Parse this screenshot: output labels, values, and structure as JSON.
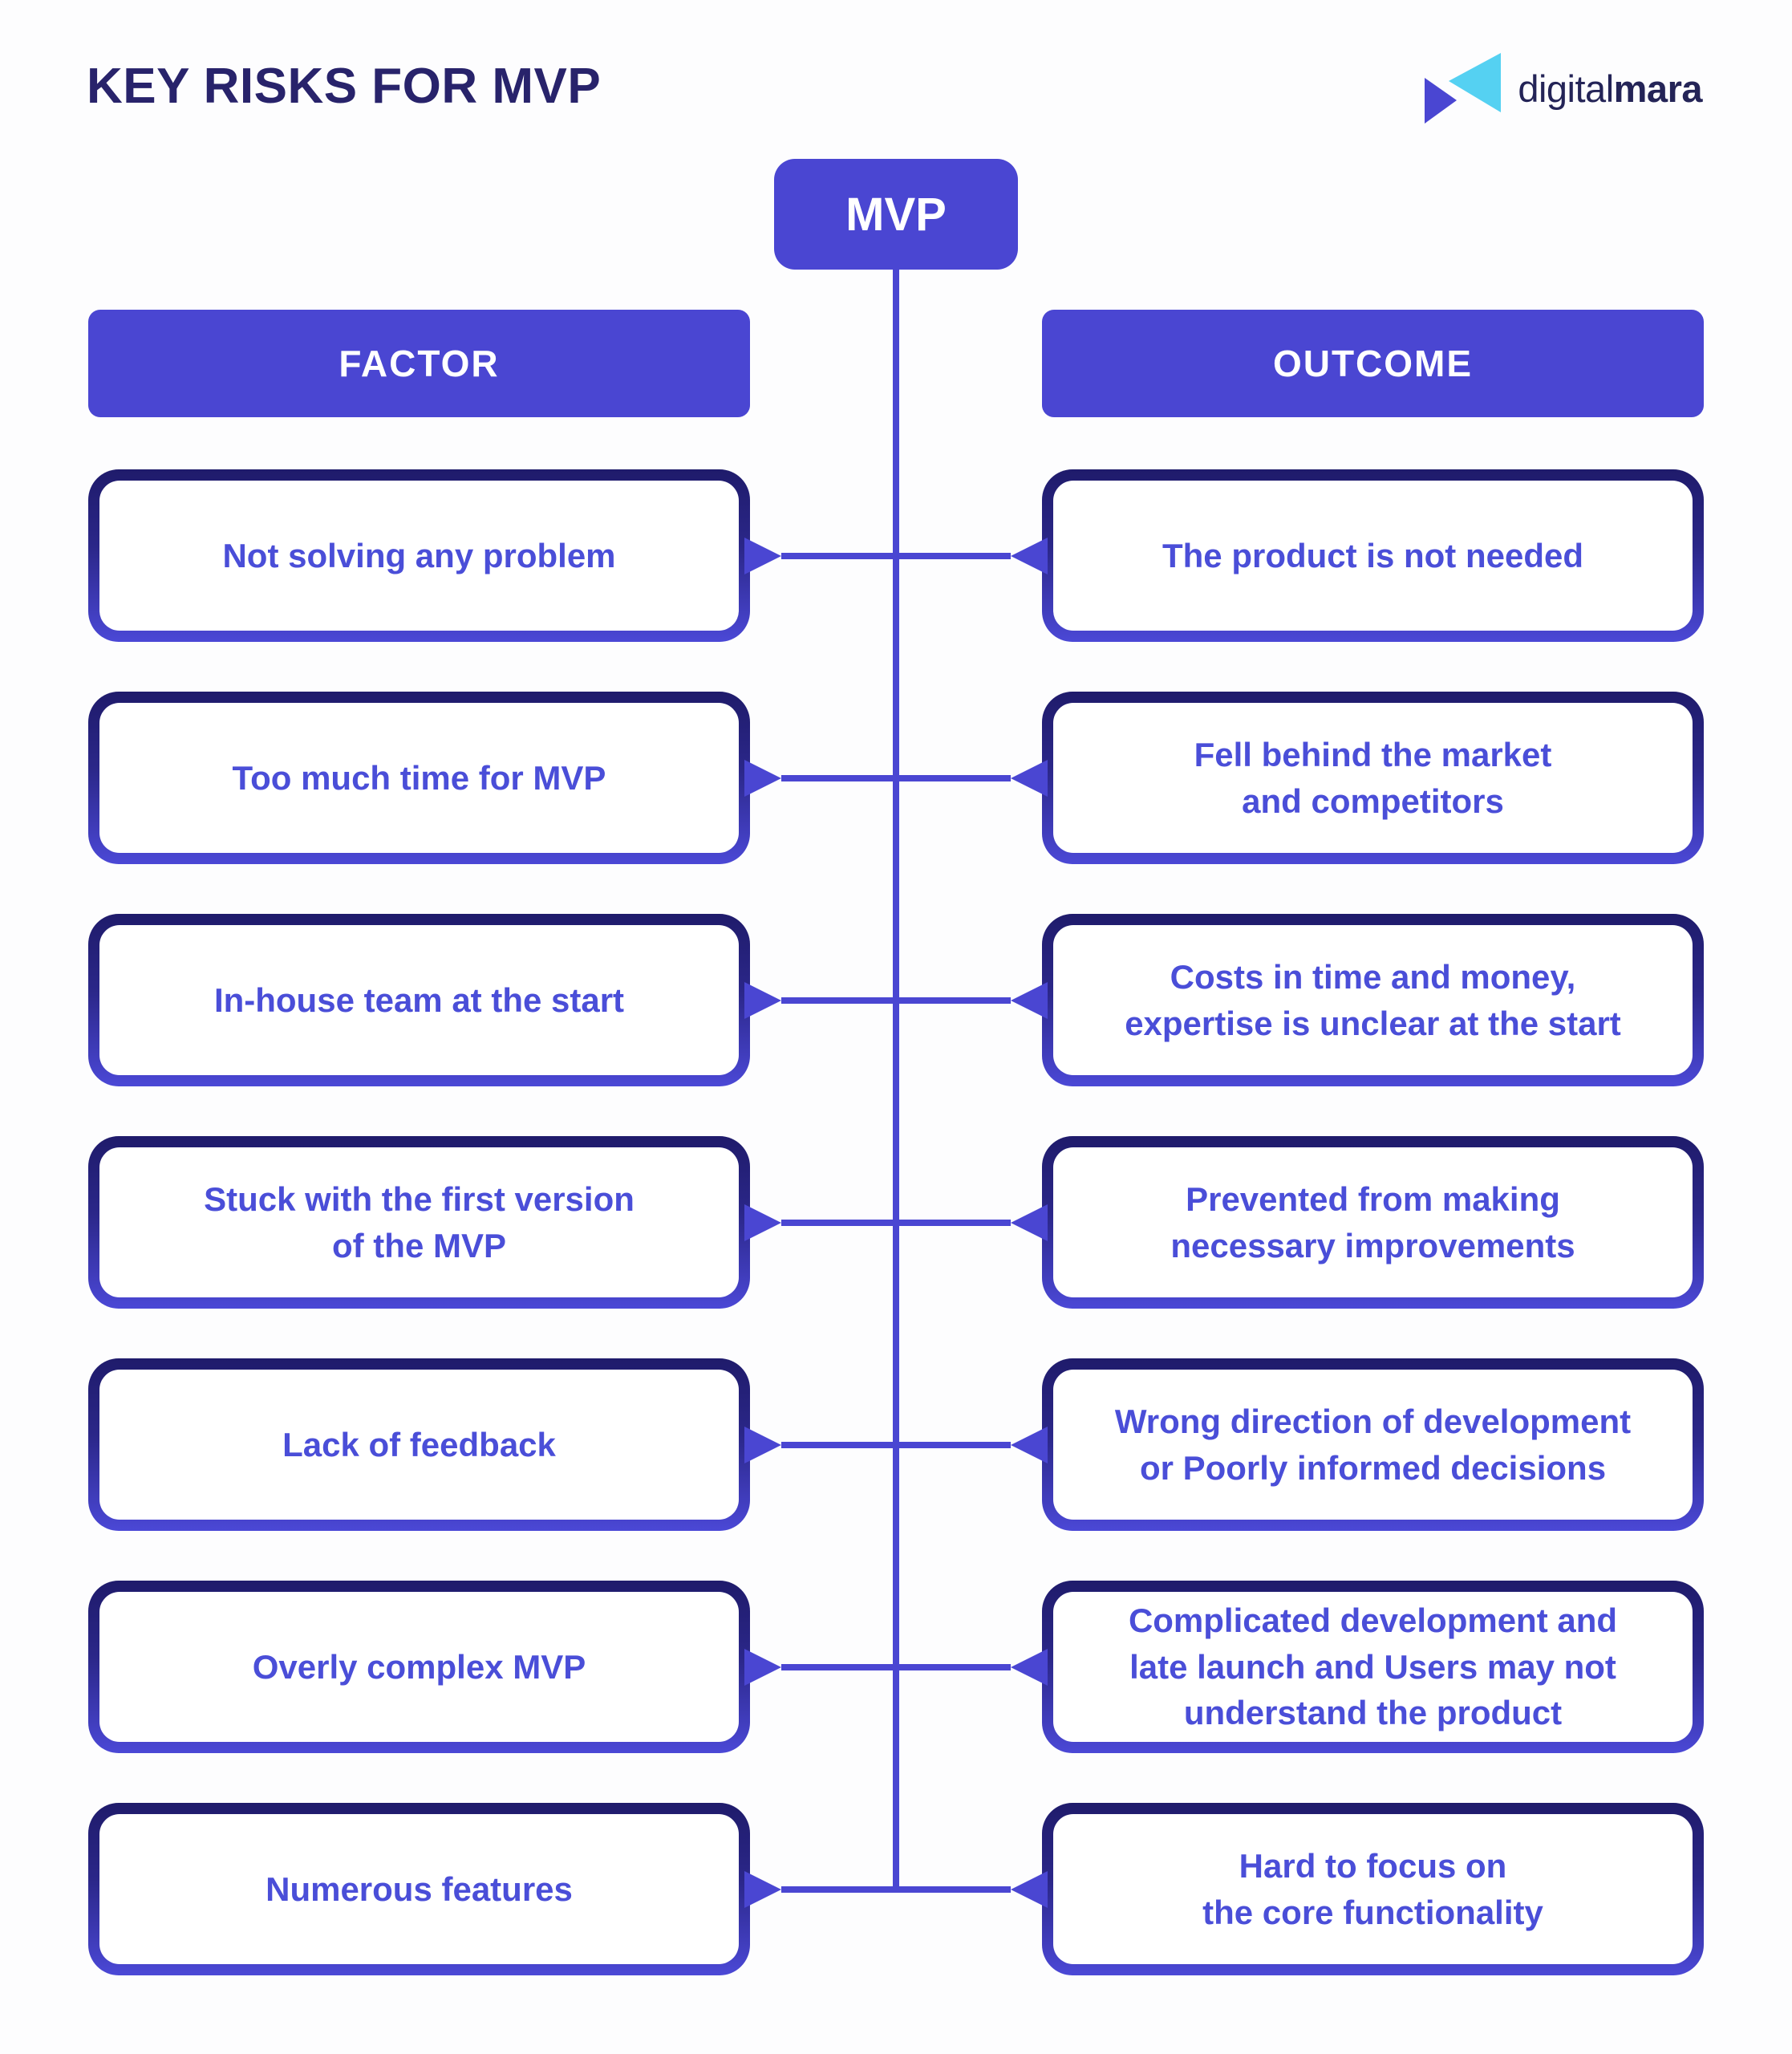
{
  "title": "KEY RISKS FOR MVP",
  "logo": {
    "text_regular": "digital",
    "text_bold": "mara"
  },
  "root": {
    "label": "MVP"
  },
  "columns": {
    "factor": "FACTOR",
    "outcome": "OUTCOME"
  },
  "rows": [
    {
      "factor": "Not solving any problem",
      "outcome": "The product is not needed"
    },
    {
      "factor": "Too much time for MVP",
      "outcome": "Fell behind the market\nand competitors"
    },
    {
      "factor": "In-house team at the start",
      "outcome": "Costs in time and money,\nexpertise is unclear at the start"
    },
    {
      "factor": "Stuck with the first version\nof the MVP",
      "outcome": "Prevented from making\nnecessary improvements"
    },
    {
      "factor": "Lack of feedback",
      "outcome": "Wrong direction of development\nor Poorly informed decisions"
    },
    {
      "factor": "Overly complex MVP",
      "outcome": "Complicated development and\nlate launch and Users may not\nunderstand the product"
    },
    {
      "factor": "Numerous features",
      "outcome": "Hard to focus on\nthe core functionality"
    }
  ],
  "colors": {
    "indigo": "#4a46d2",
    "indigo_text": "#4a4ed8",
    "navy": "#28236b",
    "logo_navy": "#242457",
    "cyan": "#55d1f2",
    "border_top": "#1f1b6b",
    "border_bottom": "#4b48d6",
    "bg": "#fdfdfe"
  }
}
